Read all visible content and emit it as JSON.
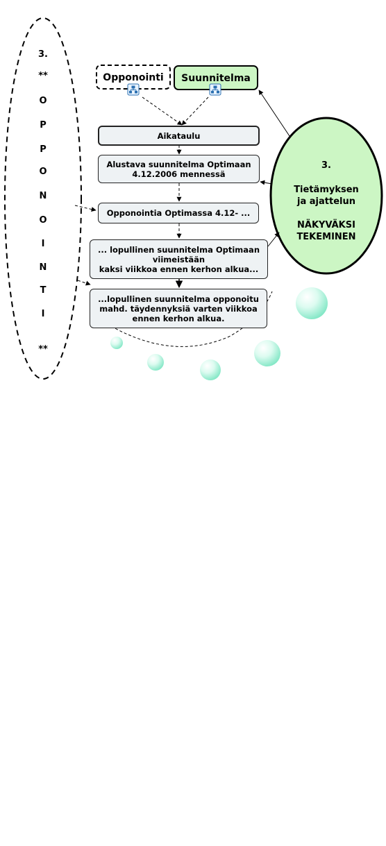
{
  "side_ellipse": {
    "number": "3.",
    "stars_top": "**",
    "letters": [
      "O",
      "P",
      "P",
      "O",
      "N",
      "O",
      "I",
      "N",
      "T",
      "I"
    ],
    "stars_bottom": "**"
  },
  "top_nodes": {
    "opponointi": "Opponointi",
    "suunnitelma": "Suunnitelma"
  },
  "flow": {
    "aikataulu": "Aikataulu",
    "step1": [
      "Alustava suunnitelma Optimaan",
      "4.12.2006 mennessä"
    ],
    "step2": [
      "Opponointia Optimassa 4.12- ..."
    ],
    "step3": [
      "... lopullinen suunnitelma Optimaan",
      "viimeistään",
      "kaksi viikkoa ennen kerhon alkua..."
    ],
    "step4": [
      "...lopullinen suunnitelma opponoitu",
      "mahd. täydennyksiä varten viikkoa",
      "ennen kerhon alkua."
    ]
  },
  "green_ellipse": {
    "number": "3.",
    "line1": "Tietämyksen",
    "line2": "ja ajattelun",
    "line3": "NÄKYVÄKSI",
    "line4": "TEKEMINEN"
  },
  "colors": {
    "green_fill": "#ccf6c4",
    "box_fill": "#eef2f4",
    "bubble": "#bff5e0"
  },
  "icons": [
    "structure-icon",
    "structure-icon"
  ]
}
